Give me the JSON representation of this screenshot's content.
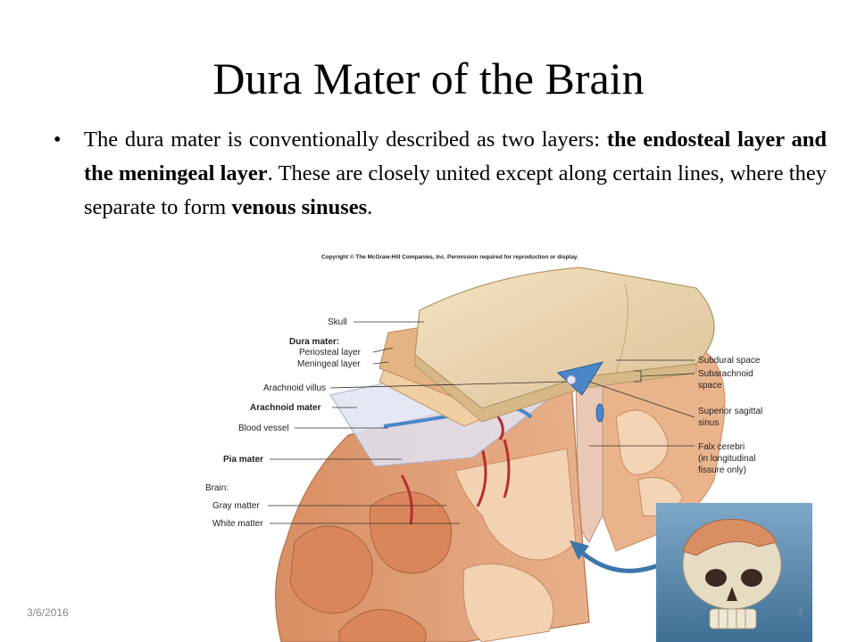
{
  "slide": {
    "title": "Dura Mater of the Brain",
    "bullet": {
      "marker": "•",
      "text_1": "The dura mater is conventionally described as two layers: ",
      "bold_1": "the endosteal layer and the meningeal layer",
      "text_2": ". These are closely united except along certain lines, where they separate to form ",
      "bold_2": "venous sinuses",
      "text_3": "."
    },
    "footer": {
      "date": "3/6/2016",
      "page": "4"
    }
  },
  "figure": {
    "copyright": "Copyright © The McGraw-Hill Companies, Inc. Permission required for reproduction or display.",
    "left_labels": {
      "skull": "Skull",
      "dura_mater": "Dura mater:",
      "periosteal": "Periosteal layer",
      "meningeal": "Meningeal layer",
      "arachnoid_villus": "Arachnoid villus",
      "arachnoid_mater": "Arachnoid mater",
      "blood_vessel": "Blood vessel",
      "pia_mater": "Pia mater",
      "brain": "Brain:",
      "gray_matter": "Gray matter",
      "white_matter": "White matter"
    },
    "right_labels": {
      "subdural": "Subdural space",
      "subarachnoid_1": "Subarachnoid",
      "subarachnoid_2": "space",
      "sagittal_1": "Superior sagittal",
      "sagittal_2": "sinus",
      "falx_1": "Falx cerebri",
      "falx_2": "(in longitudinal",
      "falx_3": "fissure only)"
    },
    "colors": {
      "skull": "#e9d2a8",
      "periosteal": "#e4b482",
      "arachnoid": "#d8dcee",
      "gray_matter": "#dc9a70",
      "white_matter": "#f2d1b0",
      "sinus_blue": "#4a86c8",
      "vessel_red": "#b52f2f"
    }
  }
}
